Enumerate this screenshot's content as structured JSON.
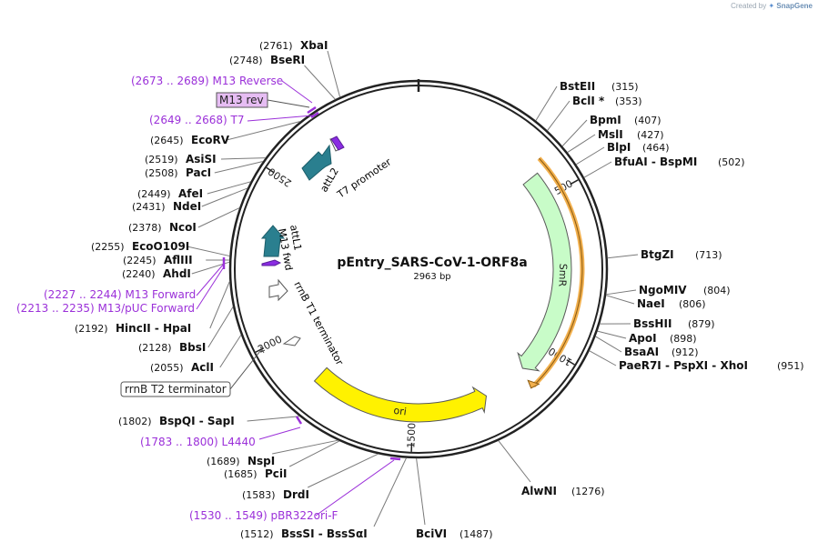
{
  "watermark": {
    "prefix": "Created by",
    "brand": "SnapGene"
  },
  "plasmid": {
    "name": "pEntry_SARS-CoV-1-ORF8a",
    "length_label": "2963 bp",
    "length": 2963
  },
  "ticks": [
    {
      "pos": 500,
      "label": "500"
    },
    {
      "pos": 1000,
      "label": "1000"
    },
    {
      "pos": 1500,
      "label": "1500"
    },
    {
      "pos": 2000,
      "label": "2000"
    },
    {
      "pos": 2500,
      "label": "2500"
    }
  ],
  "features": [
    {
      "name": "SmR",
      "start": 420,
      "end": 1100,
      "strand": 1,
      "color": "#c8fcc8",
      "stroke": "#5a5a5a",
      "r": 158,
      "label": "SmR"
    },
    {
      "name": "ori",
      "start": 1250,
      "end": 1835,
      "strand": -1,
      "color": "#fff200",
      "stroke": "#5a5a5a",
      "r": 158,
      "label": "ori"
    },
    {
      "name": "attL2",
      "start": 2600,
      "end": 2665,
      "strand": -1,
      "color": "#2a7f8f",
      "stroke": "#2a7f8f",
      "r": 134,
      "label": "attL2"
    },
    {
      "name": "attL1",
      "start": 2225,
      "end": 2330,
      "strand": 1,
      "color": "#2a7f8f",
      "stroke": "#2a7f8f",
      "r": 160,
      "label": "attL1"
    }
  ],
  "primers": [
    {
      "label": "(2673 .. 2689)  M13 Reverse"
    },
    {
      "label": "M13 rev"
    },
    {
      "label": "(2649 .. 2668)  T7"
    },
    {
      "label": "(2227 .. 2244)  M13 Forward"
    },
    {
      "label": "(2213 .. 2235)  M13/pUC Forward"
    },
    {
      "label": "(1783 .. 1800)  L4440"
    },
    {
      "label": "(1530 .. 1549)  pBR322ori-F"
    }
  ],
  "inner_labels": [
    {
      "label": "attL2"
    },
    {
      "label": "T7 promoter"
    },
    {
      "label": "attL1"
    },
    {
      "label": "M13 fwd"
    },
    {
      "label": "rrnB T1 terminator"
    },
    {
      "label": "rrnB T2 terminator"
    }
  ],
  "sites": [
    {
      "pos": 315,
      "name": "BstEII",
      "coord": "(315)"
    },
    {
      "pos": 353,
      "name": "BclI *",
      "coord": "(353)"
    },
    {
      "pos": 407,
      "name": "BpmI",
      "coord": "(407)"
    },
    {
      "pos": 427,
      "name": "MslI",
      "coord": "(427)"
    },
    {
      "pos": 464,
      "name": "BlpI",
      "coord": "(464)"
    },
    {
      "pos": 502,
      "name": "BfuAI  - BspMI",
      "coord": "(502)"
    },
    {
      "pos": 713,
      "name": "BtgZI",
      "coord": "(713)"
    },
    {
      "pos": 804,
      "name": "NgoMIV",
      "coord": "(804)"
    },
    {
      "pos": 806,
      "name": "NaeI",
      "coord": "(806)"
    },
    {
      "pos": 879,
      "name": "BssHII",
      "coord": "(879)"
    },
    {
      "pos": 898,
      "name": "ApoI",
      "coord": "(898)"
    },
    {
      "pos": 912,
      "name": "BsaAI",
      "coord": "(912)"
    },
    {
      "pos": 951,
      "name": "PaeR7I  - PspXI  - XhoI",
      "coord": "(951)"
    },
    {
      "pos": 1276,
      "name": "AlwNI",
      "coord": "(1276)"
    },
    {
      "pos": 1487,
      "name": "BciVI",
      "coord": "(1487)"
    },
    {
      "pos": 1512,
      "name": "BssSI  - BssSαI",
      "coord": "(1512)"
    },
    {
      "pos": 1583,
      "name": "DrdI",
      "coord": "(1583)"
    },
    {
      "pos": 1685,
      "name": "PciI",
      "coord": "(1685)"
    },
    {
      "pos": 1689,
      "name": "NspI",
      "coord": "(1689)"
    },
    {
      "pos": 1802,
      "name": "BspQI  - SapI",
      "coord": "(1802)"
    },
    {
      "pos": 2055,
      "name": "AclI",
      "coord": "(2055)"
    },
    {
      "pos": 2128,
      "name": "BbsI",
      "coord": "(2128)"
    },
    {
      "pos": 2192,
      "name": "HincII  - HpaI",
      "coord": "(2192)"
    },
    {
      "pos": 2240,
      "name": "AhdI",
      "coord": "(2240)"
    },
    {
      "pos": 2245,
      "name": "AflIII",
      "coord": "(2245)"
    },
    {
      "pos": 2255,
      "name": "EcoO109I",
      "coord": "(2255)"
    },
    {
      "pos": 2378,
      "name": "NcoI",
      "coord": "(2378)"
    },
    {
      "pos": 2431,
      "name": "NdeI",
      "coord": "(2431)"
    },
    {
      "pos": 2449,
      "name": "AfeI",
      "coord": "(2449)"
    },
    {
      "pos": 2508,
      "name": "PacI",
      "coord": "(2508)"
    },
    {
      "pos": 2519,
      "name": "AsiSI",
      "coord": "(2519)"
    },
    {
      "pos": 2645,
      "name": "EcoRV",
      "coord": "(2645)"
    },
    {
      "pos": 2748,
      "name": "BseRI",
      "coord": "(2748)"
    },
    {
      "pos": 2761,
      "name": "XbaI",
      "coord": "(2761)"
    }
  ],
  "colors": {
    "backbone": "#222222",
    "primer": "#9b30d9",
    "feature_outline": "#e8a33c",
    "site_line": "#7a7a7a"
  }
}
